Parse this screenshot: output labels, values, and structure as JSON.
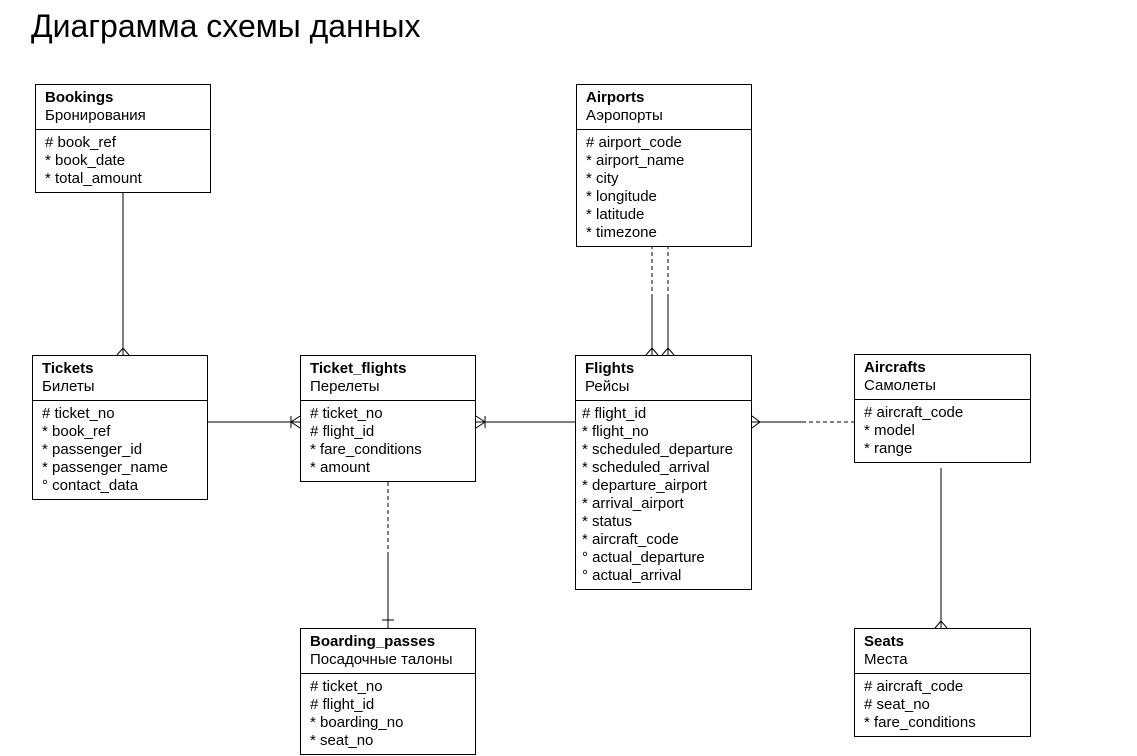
{
  "title": "Диаграмма схемы данных",
  "colors": {
    "line": "#000000",
    "background": "#ffffff"
  },
  "entities": {
    "bookings": {
      "name": "Bookings",
      "subtitle": "Бронирования",
      "attributes": [
        "# book_ref",
        "* book_date",
        "* total_amount"
      ]
    },
    "airports": {
      "name": "Airports",
      "subtitle": "Аэропорты",
      "attributes": [
        "# airport_code",
        "* airport_name",
        "* city",
        "* longitude",
        "* latitude",
        "* timezone"
      ]
    },
    "tickets": {
      "name": "Tickets",
      "subtitle": "Билеты",
      "attributes": [
        "# ticket_no",
        "* book_ref",
        "* passenger_id",
        "* passenger_name",
        "° contact_data"
      ]
    },
    "ticket_flights": {
      "name": "Ticket_flights",
      "subtitle": "Перелеты",
      "attributes": [
        "# ticket_no",
        "# flight_id",
        "* fare_conditions",
        "* amount"
      ]
    },
    "flights": {
      "name": "Flights",
      "subtitle": "Рейсы",
      "attributes": [
        "# flight_id",
        "* flight_no",
        "* scheduled_departure",
        "* scheduled_arrival",
        "* departure_airport",
        "* arrival_airport",
        "* status",
        "* aircraft_code",
        "° actual_departure",
        "° actual_arrival"
      ]
    },
    "aircrafts": {
      "name": "Aircrafts",
      "subtitle": "Самолеты",
      "attributes": [
        "# aircraft_code",
        "* model",
        "* range"
      ]
    },
    "boarding_passes": {
      "name": "Boarding_passes",
      "subtitle": "Посадочные талоны",
      "attributes": [
        "# ticket_no",
        "# flight_id",
        "* boarding_no",
        "* seat_no"
      ]
    },
    "seats": {
      "name": "Seats",
      "subtitle": "Места",
      "attributes": [
        "# aircraft_code",
        "# seat_no",
        "* fare_conditions"
      ]
    }
  }
}
